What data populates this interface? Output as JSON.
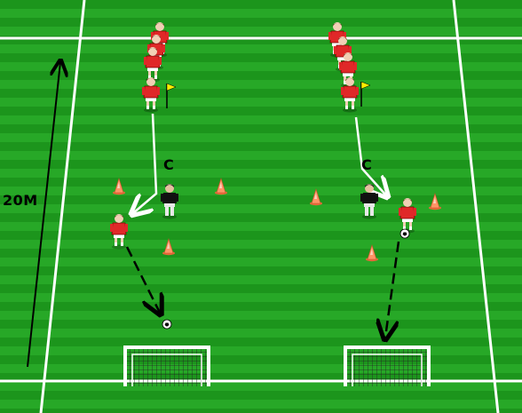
{
  "diagram": {
    "distance_label": "20M",
    "coach_labels": [
      "C",
      "C"
    ],
    "colors": {
      "grass_dark": "#1c951c",
      "grass_light": "#27a827",
      "lines": "#ffffff",
      "cone": "#ff8c5a",
      "player_kit": "#e02828",
      "goalkeeper_kit": "#111111",
      "flag": "#ffee00",
      "arrow_white": "#ffffff",
      "arrow_black": "#000000"
    },
    "icons": [
      "goal-icon",
      "cone-icon",
      "flag-icon",
      "ball-icon",
      "player-icon",
      "coach-icon"
    ]
  }
}
